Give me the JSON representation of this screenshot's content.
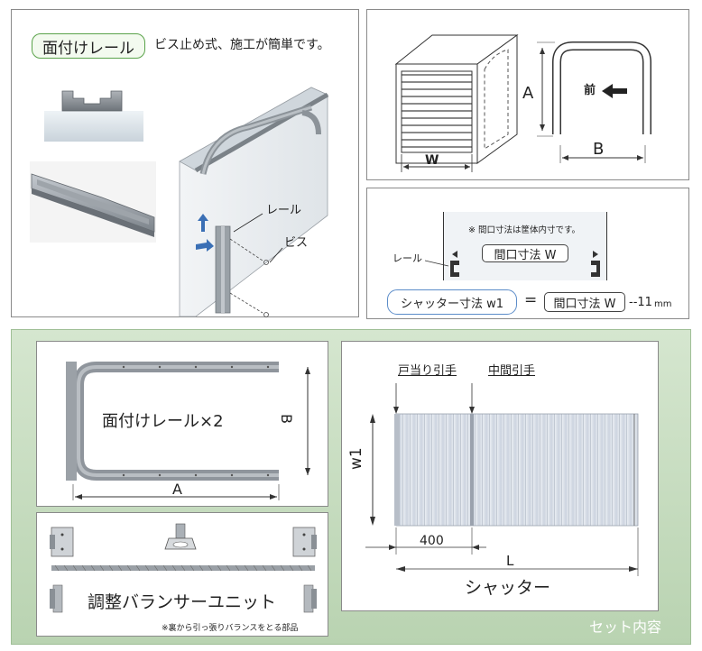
{
  "panel1": {
    "title_badge": "面付けレール",
    "subtitle": "ビス止め式、施工が簡単です。",
    "label_rail": "レール",
    "label_screw": "ビス"
  },
  "panel2": {
    "label_w": "W",
    "label_a": "A",
    "label_b": "B",
    "label_front": "前"
  },
  "panel3": {
    "note": "※ 間口寸法は筐体内寸です。",
    "opening_label": "間口寸法 W",
    "rail_label": "レール",
    "shutter_formula_label": "シャッター寸法 w1",
    "equals": "=",
    "opening_label_2": "間口寸法 W",
    "minus_value": "-11",
    "unit": "mm"
  },
  "set_contents": {
    "caption": "セット内容",
    "rail_panel": {
      "title": "面付けレール×2",
      "label_a": "A",
      "label_b": "B"
    },
    "balancer_panel": {
      "title": "調整バランサーユニット",
      "note": "※裏から引っ張りバランスをとる部品"
    },
    "shutter_panel": {
      "label_door_pull": "戸当り引手",
      "label_middle_pull": "中間引手",
      "label_w1": "w1",
      "label_400": "400",
      "label_l": "L",
      "title": "シャッター"
    }
  },
  "colors": {
    "green_bg": "#c7ddc0",
    "green_border": "#5aa34a",
    "blue_border": "#5b8cc9",
    "rail_gray": "#8f959c",
    "arrow_blue": "#3a6fb5"
  }
}
